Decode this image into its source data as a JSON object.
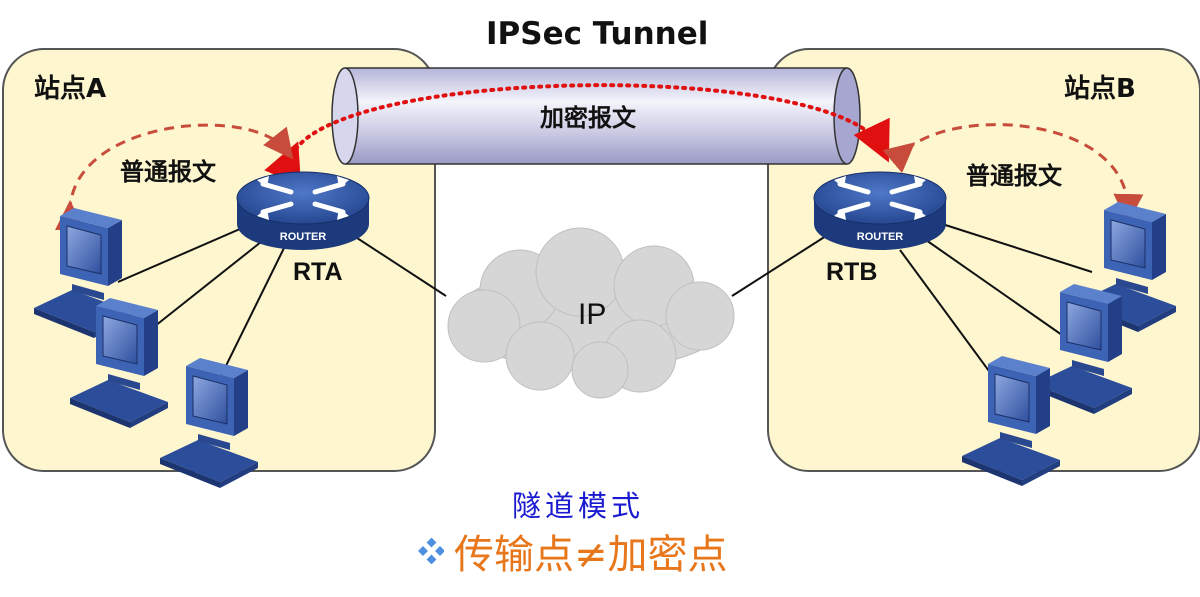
{
  "title": "IPSec Tunnel",
  "sites": [
    {
      "name": "站点A",
      "router": "RTA",
      "traffic": "普通报文"
    },
    {
      "name": "站点B",
      "router": "RTB",
      "traffic": "普通报文"
    }
  ],
  "tunnel": {
    "label": "加密报文"
  },
  "network": {
    "label": "IP"
  },
  "router_badge": "ROUTER",
  "caption": {
    "mode": "隧道模式",
    "formula": "传输点≠加密点"
  },
  "colors": {
    "site_fill": "#fdf6cf",
    "router_blue": "#2a4d9c",
    "tunnel_arrow": "#e01010",
    "plain_arrow": "#c84c3c",
    "formula": "#e8761a",
    "mode": "#1a1ad0",
    "bullet": "#4f8fe0"
  }
}
